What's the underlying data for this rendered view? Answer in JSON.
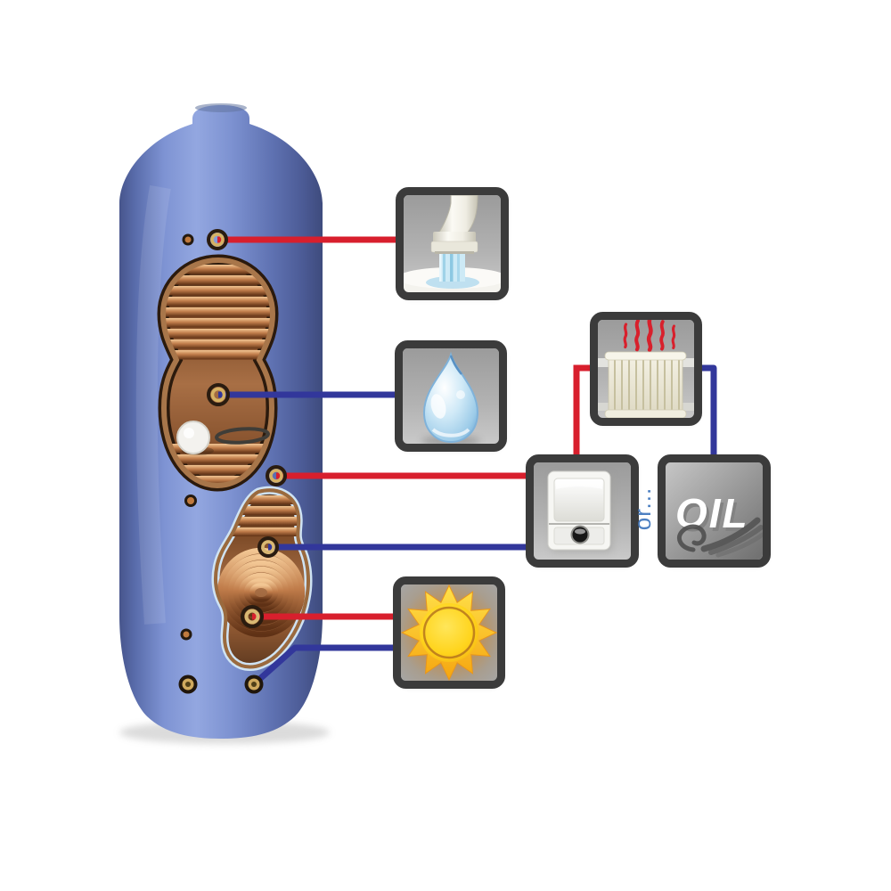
{
  "diagram": {
    "labels": {
      "oil": "OIL",
      "or": "or..."
    },
    "colors": {
      "flow_red": "#d81f2d",
      "return_blue": "#32379b",
      "cylinder_blue": "#7287c8",
      "copper": "#b5794a",
      "box_border": "#3b3b3b",
      "or_text": "#4d80c2",
      "flame_red": "#d8202c",
      "sun_yellow": "#ffd21e",
      "water_blue": "#a9d7ee"
    },
    "icons": [
      {
        "id": "tap",
        "name": "tap-icon"
      },
      {
        "id": "droplet",
        "name": "water-droplet-icon"
      },
      {
        "id": "radiator",
        "name": "radiator-icon"
      },
      {
        "id": "boiler",
        "name": "boiler-icon"
      },
      {
        "id": "oil",
        "name": "oil-icon",
        "label": "OIL"
      },
      {
        "id": "sun",
        "name": "sun-icon"
      }
    ],
    "connections": [
      {
        "from": "cylinder-top-outlet",
        "to": "tap-box",
        "line": "red"
      },
      {
        "from": "cylinder-coil-inlet-upper",
        "to": "droplet-box",
        "line": "blue"
      },
      {
        "from": "cylinder-mid-outlet",
        "to": "boiler-box",
        "line": "red"
      },
      {
        "from": "cylinder-coil-inlet-lower",
        "to": "boiler-box",
        "line": "blue"
      },
      {
        "from": "cylinder-solar-coil-outlet",
        "to": "sun-box",
        "line": "red"
      },
      {
        "from": "cylinder-bottom-inlet",
        "to": "sun-box",
        "line": "blue"
      },
      {
        "from": "boiler-box",
        "to": "radiator-box",
        "line": "red"
      },
      {
        "from": "radiator-box",
        "to": "oil-box",
        "line": "blue"
      }
    ]
  }
}
